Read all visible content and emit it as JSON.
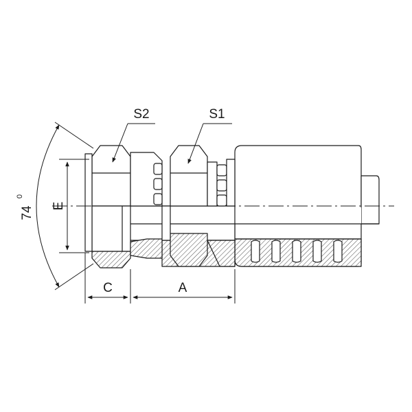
{
  "drawing": {
    "title": "",
    "labels": {
      "s2": "S2",
      "s1": "S1",
      "e": "E",
      "c": "C",
      "a": "A",
      "angle": "74",
      "angle_unit": "0"
    },
    "colors": {
      "line": "#1a1a1a",
      "body_fill": "#ffffff",
      "hatch": "#555555",
      "centerline": "#1a1a1a"
    }
  }
}
